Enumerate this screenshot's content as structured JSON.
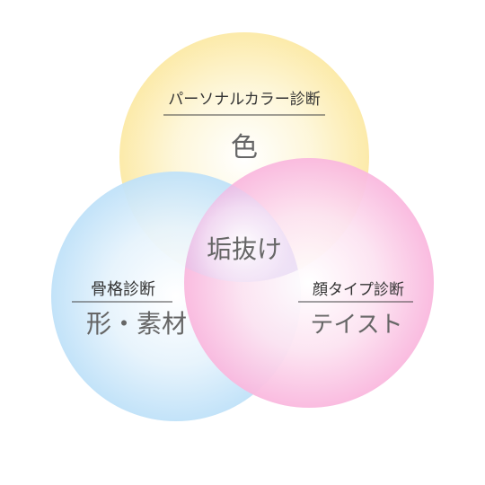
{
  "diagram": {
    "center_label": "垢抜け",
    "circles": [
      {
        "key": "top",
        "title": "パーソナルカラー診断",
        "subtitle": "色",
        "color": "#FCE9A5"
      },
      {
        "key": "left",
        "title": "骨格診断",
        "subtitle": "形・素材",
        "color": "#BFE1F8"
      },
      {
        "key": "right",
        "title": "顔タイプ診断",
        "subtitle": "テイスト",
        "color": "#F9B8DE"
      }
    ],
    "overlap_color": "#D7C2EE"
  }
}
